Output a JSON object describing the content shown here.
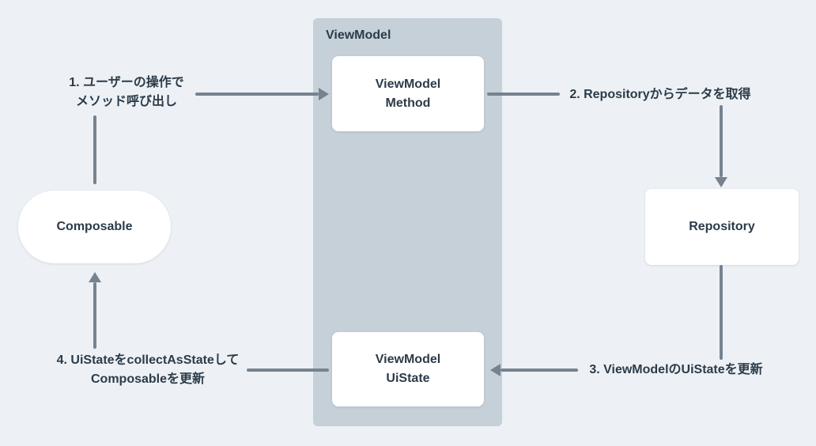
{
  "colors": {
    "bg": "#edf1f5",
    "container_fill": "#c6d0d9",
    "node_fill": "#ffffff",
    "arrow": "#76828f",
    "text": "#2c3b49"
  },
  "nodes": {
    "viewmodel_container": {
      "label": "ViewModel"
    },
    "viewmodel_method": {
      "label": "ViewModel\nMethod"
    },
    "viewmodel_uistate": {
      "label": "ViewModel\nUiState"
    },
    "composable": {
      "label": "Composable"
    },
    "repository": {
      "label": "Repository"
    }
  },
  "edges": [
    {
      "id": 1,
      "from": "composable",
      "to": "viewmodel_method",
      "label": "1. ユーザーの操作で\nメソッド呼び出し"
    },
    {
      "id": 2,
      "from": "viewmodel_method",
      "to": "repository",
      "label": "2. Repositoryからデータを取得"
    },
    {
      "id": 3,
      "from": "repository",
      "to": "viewmodel_uistate",
      "label": "3. ViewModelのUiStateを更新"
    },
    {
      "id": 4,
      "from": "viewmodel_uistate",
      "to": "composable",
      "label": "4. UiStateをcollectAsStateして\nComposableを更新"
    }
  ]
}
